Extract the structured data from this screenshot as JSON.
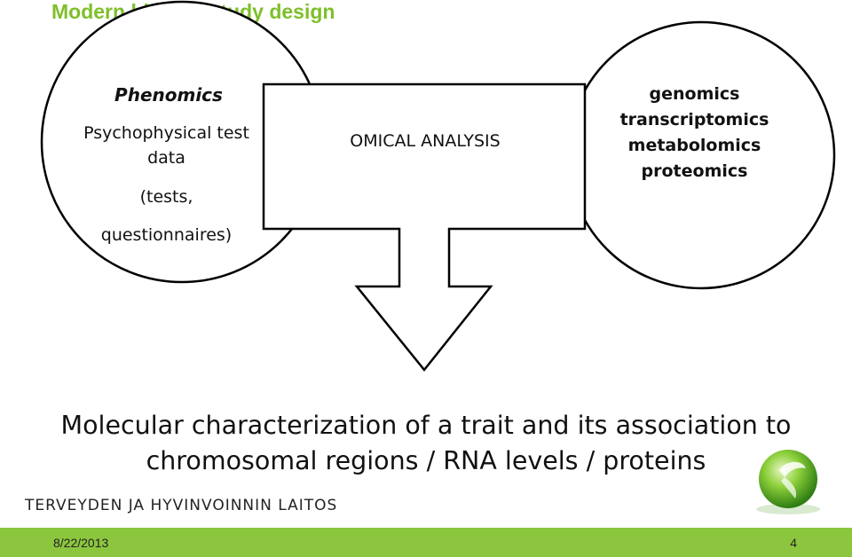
{
  "title": "Modern biology study design",
  "left_circle": {
    "heading": "Phenomics",
    "lines": [
      "Psychophysical test",
      "data",
      "(tests,",
      "questionnaires)"
    ]
  },
  "center_box": {
    "label": "OMICAL ANALYSIS"
  },
  "right_circle": {
    "items": [
      "genomics",
      "transcriptomics",
      "metabolomics",
      "proteomics"
    ]
  },
  "conclusion": {
    "line1": "Molecular characterization of a trait and its association to",
    "line2": "chromosomal regions / RNA levels / proteins"
  },
  "organization": "TERVEYDEN JA HYVINVOINNIN LAITOS",
  "footer": {
    "date": "8/22/2013",
    "page": "4"
  },
  "colors": {
    "accent": "#7fbf2a",
    "footer_bar": "#8cc63f",
    "stroke": "#000000"
  },
  "logo_icon": "green-sphere-with-leaf-logo"
}
